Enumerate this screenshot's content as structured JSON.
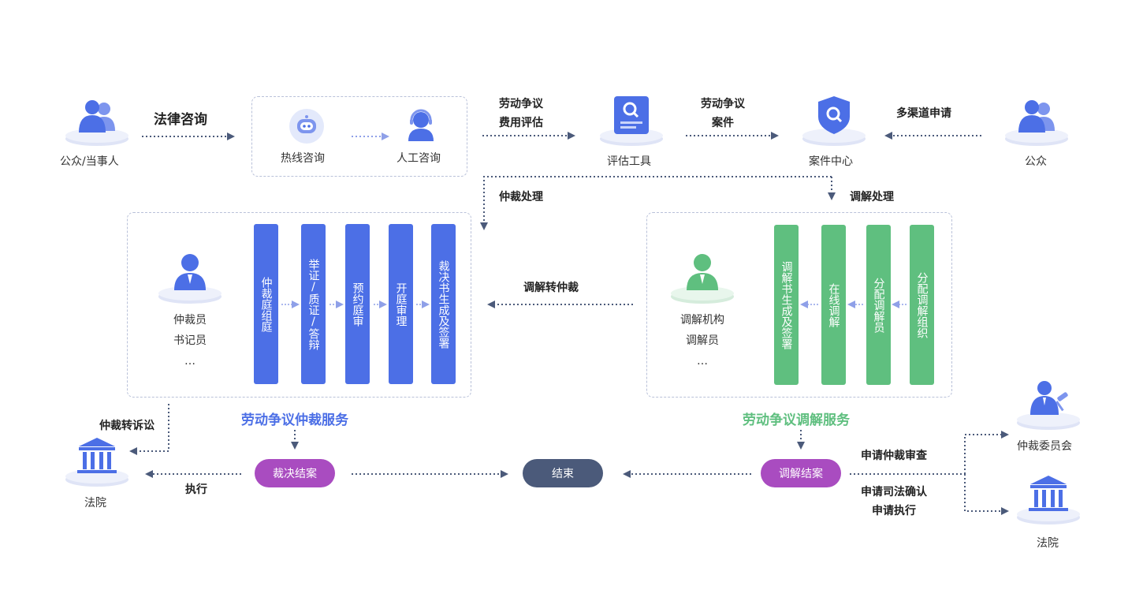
{
  "top": {
    "public_party": "公众/当事人",
    "legal_consult": "法律咨询",
    "hotline": "热线咨询",
    "manual": "人工咨询",
    "fee_eval": [
      "劳动争议",
      "费用评估"
    ],
    "eval_tool": "评估工具",
    "case_label": [
      "劳动争议",
      "案件"
    ],
    "case_center": "案件中心",
    "multi_channel": "多渠道申请",
    "public": "公众"
  },
  "mid": {
    "arb_process": "仲裁处理",
    "med_process": "调解处理",
    "arb_people": [
      "仲裁员",
      "书记员",
      "…"
    ],
    "arb_steps": [
      "仲裁庭组庭",
      "举证/质证/答辩",
      "预约庭审",
      "开庭审理",
      "裁决书生成及签署"
    ],
    "med_to_arb": "调解转仲裁",
    "med_people": [
      "调解机构",
      "调解员",
      "…"
    ],
    "med_steps": [
      "调解书生成及签署",
      "在线调解",
      "分配调解员",
      "分配调解组织"
    ],
    "arb_service": "劳动争议仲裁服务",
    "med_service": "劳动争议调解服务"
  },
  "bottom": {
    "arb_to_lawsuit": "仲裁转诉讼",
    "court": "法院",
    "execute": "执行",
    "arb_close": "裁决结案",
    "end": "结束",
    "med_close": "调解结案",
    "apply_arb_review": "申请仲裁审查",
    "apply_judicial": "申请司法确认",
    "apply_execute": "申请执行",
    "arb_committee": "仲裁委员会",
    "court2": "法院"
  },
  "colors": {
    "blue_bar": "#4c6fe6",
    "green_bar": "#5fbf7f",
    "purple_pill": "#a94cc0",
    "end_pill": "#4b5a7a",
    "arb_service": "#4c6fe6",
    "med_service": "#5fbf7f",
    "arrow": "#4b5a7a"
  }
}
